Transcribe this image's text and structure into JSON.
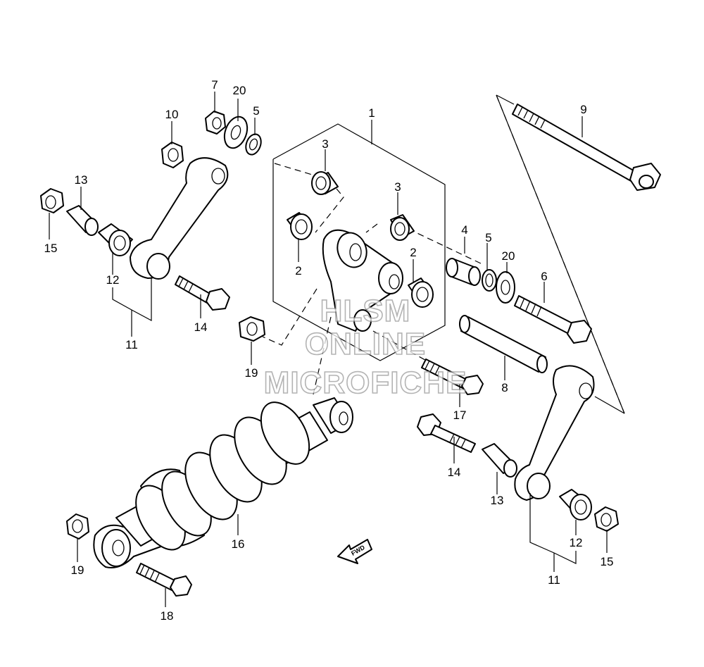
{
  "watermark": {
    "line1": "HLSM",
    "line2": "ONLINE",
    "line3": "MICROFICHE"
  },
  "fwd_label": "FWD",
  "callouts": {
    "c1": "1",
    "c2a": "2",
    "c2b": "2",
    "c3a": "3",
    "c3b": "3",
    "c4": "4",
    "c5a": "5",
    "c5b": "5",
    "c6": "6",
    "c7": "7",
    "c8": "8",
    "c9": "9",
    "c10": "10",
    "c11a": "11",
    "c11b": "11",
    "c12a": "12",
    "c12b": "12",
    "c13a": "13",
    "c13b": "13",
    "c14a": "14",
    "c14b": "14",
    "c15a": "15",
    "c15b": "15",
    "c16": "16",
    "c17": "17",
    "c18": "18",
    "c19a": "19",
    "c19b": "19",
    "c20a": "20",
    "c20b": "20"
  }
}
